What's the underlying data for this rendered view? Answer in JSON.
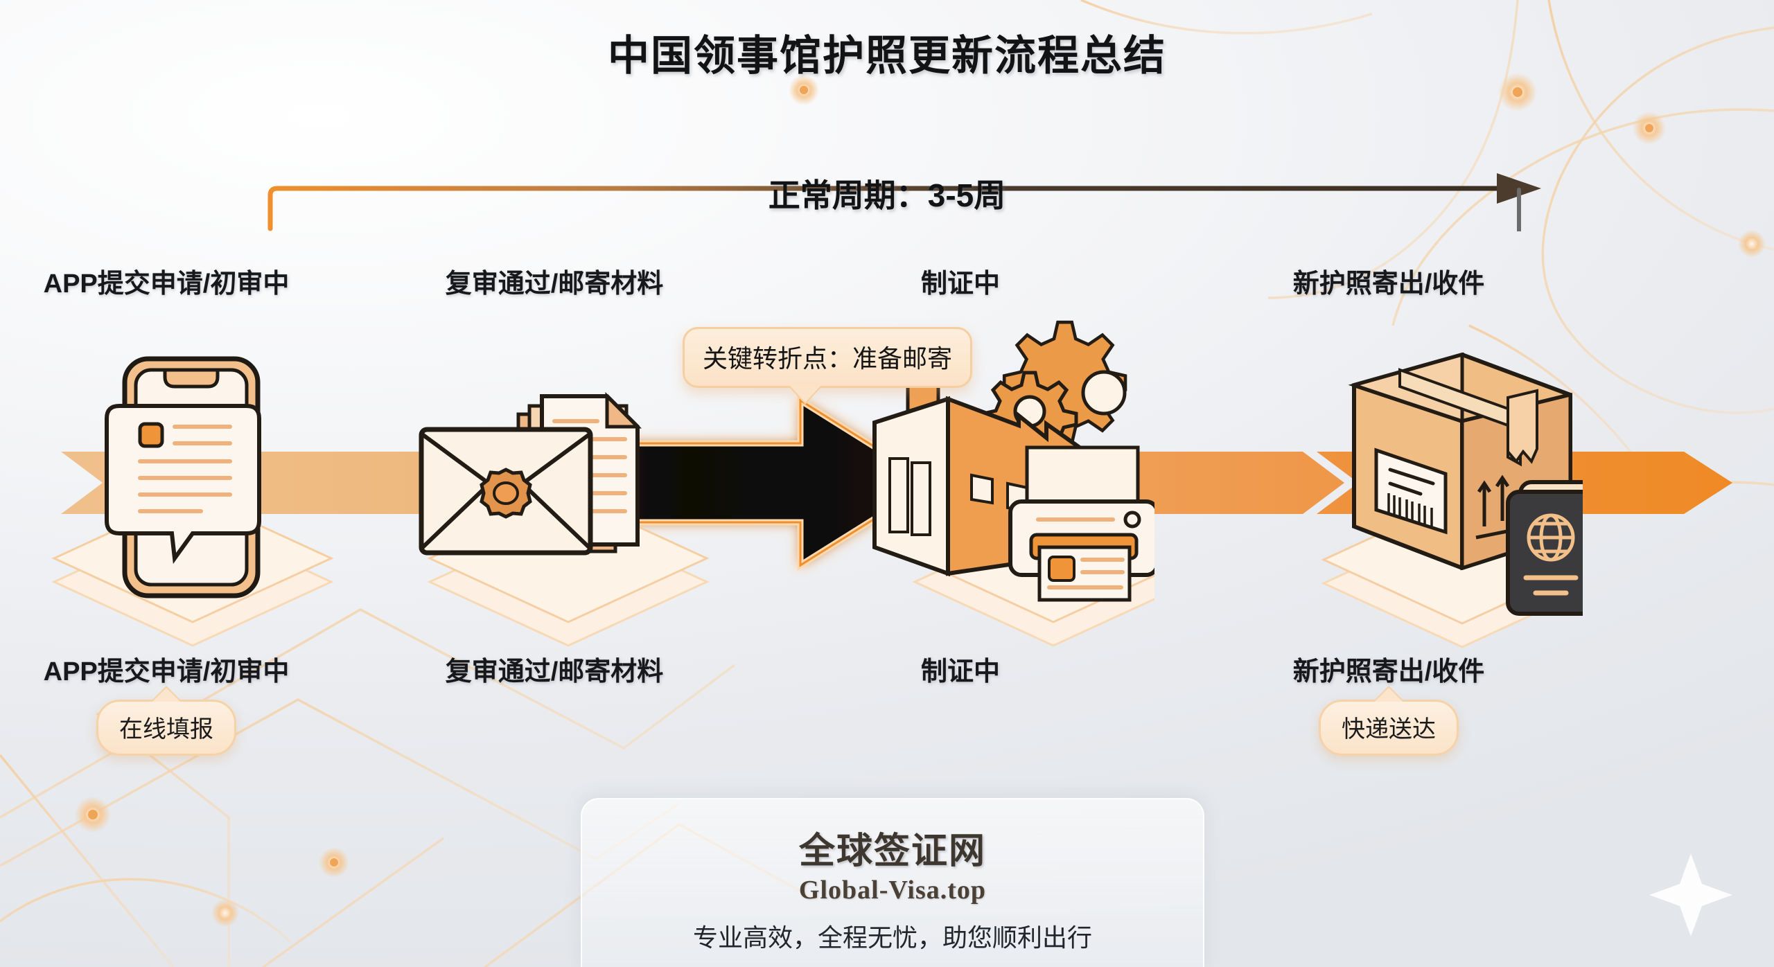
{
  "title": "中国领事馆护照更新流程总结",
  "cycle": {
    "label": "正常周期：3-5周"
  },
  "callout": {
    "text": "关键转折点：准备邮寄"
  },
  "stages": [
    {
      "top_label": "APP提交申请/初审中",
      "bottom_label": "APP提交申请/初审中",
      "badge": "在线填报",
      "icon": "smartphone-form-icon",
      "band_color": "#efbb81",
      "highlighted": false
    },
    {
      "top_label": "复审通过/邮寄材料",
      "bottom_label": "复审通过/邮寄材料",
      "badge": "",
      "icon": "sealed-envelope-documents-icon",
      "band_color": "#0d0b09",
      "highlighted": true
    },
    {
      "top_label": "制证中",
      "bottom_label": "制证中",
      "badge": "",
      "icon": "factory-gears-printer-icon",
      "band_color": "#ef9d53",
      "highlighted": false
    },
    {
      "top_label": "新护照寄出/收件",
      "bottom_label": "新护照寄出/收件",
      "badge": "快递送达",
      "icon": "parcel-passport-icon",
      "band_color": "#ef8f2d",
      "highlighted": false
    }
  ],
  "footer": {
    "brand_cn": "全球签证网",
    "brand_en": "Global-Visa.top",
    "tagline": "专业高效，全程无忧，助您顺利出行"
  },
  "colors": {
    "accent": "#ef8f2d",
    "accent_light": "#efbb81",
    "pill_bg": "#fbe3c9",
    "pill_border": "#f6d2a8",
    "text": "#16181b",
    "background": "#eef0f3"
  }
}
